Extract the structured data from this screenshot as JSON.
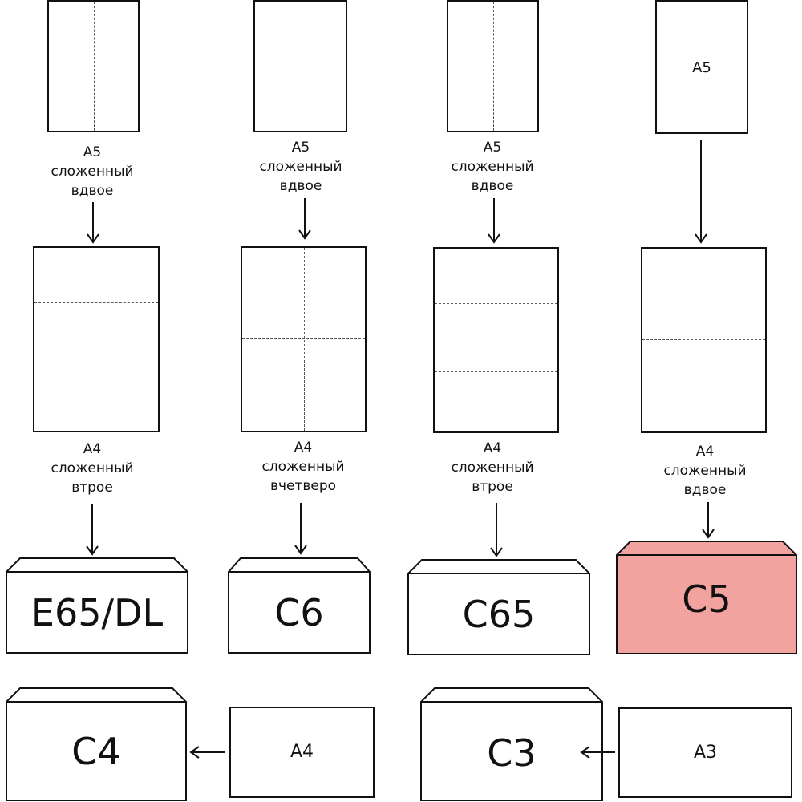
{
  "columns": [
    {
      "top_caption": [
        "A5",
        "сложенный",
        "вдвое"
      ],
      "mid_caption": [
        "A4",
        "сложенный",
        "втрое"
      ],
      "envelope": "E65/DL"
    },
    {
      "top_caption": [
        "A5",
        "сложенный",
        "вдвое"
      ],
      "mid_caption": [
        "A4",
        "сложенный",
        "вчетверо"
      ],
      "envelope": "C6"
    },
    {
      "top_caption": [
        "A5",
        "сложенный",
        "вдвое"
      ],
      "mid_caption": [
        "A4",
        "сложенный",
        "втрое"
      ],
      "envelope": "C65"
    },
    {
      "top_sheet_label": "A5",
      "mid_caption": [
        "A4",
        "сложенный",
        "вдвое"
      ],
      "envelope": "C5",
      "envelope_color": "#f2a3a0"
    }
  ],
  "bottom_row": [
    {
      "envelope": "C4",
      "sheet": "A4"
    },
    {
      "envelope": "C3",
      "sheet": "A3"
    }
  ]
}
